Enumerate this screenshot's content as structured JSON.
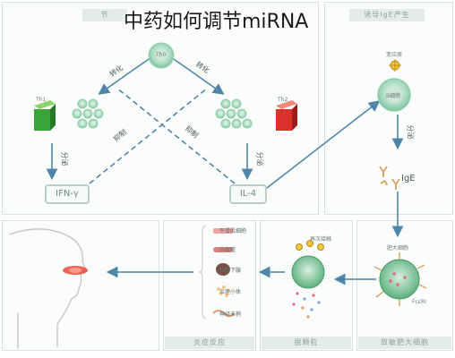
{
  "title": "中药如何调节miRNA",
  "top_left_banner": "节",
  "top_right_banner": "诱导IgE产生",
  "cells": {
    "th0": "Th0",
    "th1": "Th1",
    "th2": "Th2",
    "b_cell": "B细胞",
    "allergen": "变应原"
  },
  "arrows": {
    "transform_left": "转化",
    "transform_right": "转化",
    "inhibit_left": "抑制",
    "inhibit_right": "抑制",
    "secrete_left": "分泌",
    "secrete_right": "分泌",
    "secrete_b": "分泌"
  },
  "cytokines": {
    "ifn": "IFN-γ",
    "il4": "IL-4"
  },
  "ige": "IgE",
  "bottom": {
    "mast_cell_label": "肥大细胞",
    "fcri": "FcεRI",
    "reexposure": "再次接触",
    "banner_mast": "致敏肥大细胞",
    "banner_degran": "脱颗粒",
    "banner_inflammation": "炎症反应"
  },
  "legend": [
    "平滑肌细胞",
    "小血管",
    "黏膜下腺",
    "炎症小体",
    "神经末梢"
  ]
}
